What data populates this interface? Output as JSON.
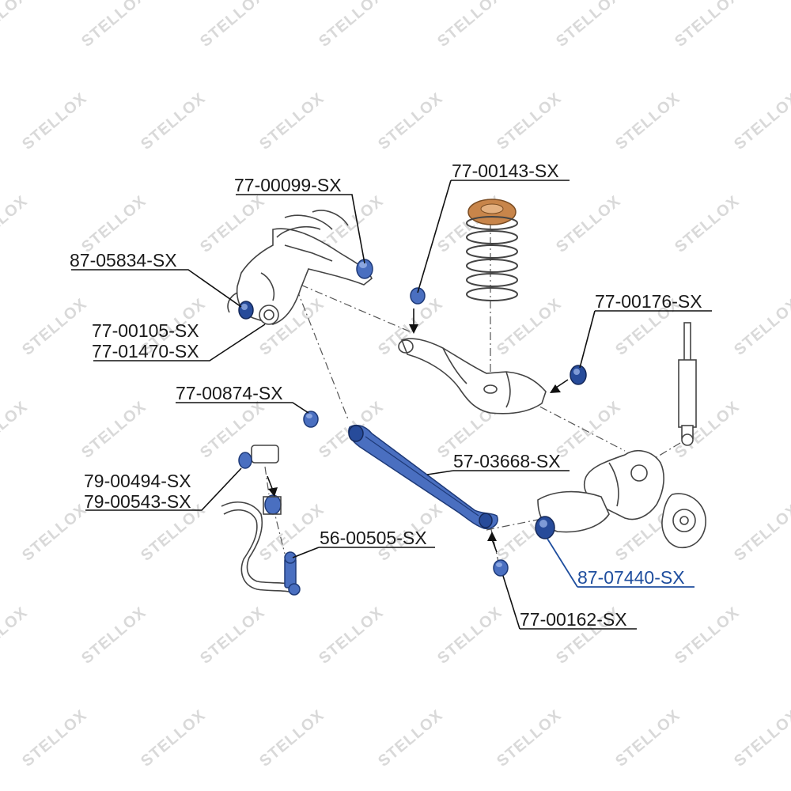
{
  "brand": {
    "watermark": "STELLOX",
    "accent_color": "#4a6fc0",
    "highlight_color": "#1f4e9e",
    "pad_color": "#c8854a"
  },
  "parts": [
    {
      "id": "p1",
      "label": "77-00099-SX",
      "highlight": false
    },
    {
      "id": "p2",
      "label": "87-05834-SX",
      "highlight": false
    },
    {
      "id": "p3",
      "label": "77-00105-SX",
      "highlight": false
    },
    {
      "id": "p4",
      "label": "77-01470-SX",
      "highlight": false
    },
    {
      "id": "p5",
      "label": "77-00143-SX",
      "highlight": false
    },
    {
      "id": "p6",
      "label": "77-00176-SX",
      "highlight": false
    },
    {
      "id": "p7",
      "label": "77-00874-SX",
      "highlight": false
    },
    {
      "id": "p8",
      "label": "57-03668-SX",
      "highlight": false
    },
    {
      "id": "p9",
      "label": "79-00494-SX",
      "highlight": false
    },
    {
      "id": "p10",
      "label": "79-00543-SX",
      "highlight": false
    },
    {
      "id": "p11",
      "label": "56-00505-SX",
      "highlight": false
    },
    {
      "id": "p12",
      "label": "87-07440-SX",
      "highlight": true
    },
    {
      "id": "p13",
      "label": "77-00162-SX",
      "highlight": false
    }
  ]
}
